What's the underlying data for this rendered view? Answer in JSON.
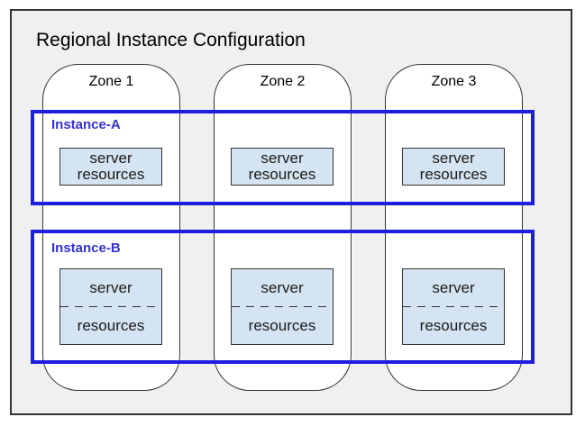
{
  "diagram": {
    "title": "Regional Instance Configuration",
    "zones": [
      {
        "label": "Zone 1"
      },
      {
        "label": "Zone 2"
      },
      {
        "label": "Zone 3"
      }
    ],
    "instances": [
      {
        "label": "Instance-A",
        "box_line1": "server",
        "box_line2": "resources",
        "split_box": false
      },
      {
        "label": "Instance-B",
        "box_line1": "server",
        "box_line2": "resources",
        "split_box": true
      }
    ],
    "colors": {
      "canvas_bg": "#f0f0f0",
      "zone_fill": "#ffffff",
      "line_dark": "#333333",
      "instance_border": "#1e1ee0",
      "instance_label": "#3333cc",
      "server_box_fill": "#d5e4f3"
    }
  }
}
